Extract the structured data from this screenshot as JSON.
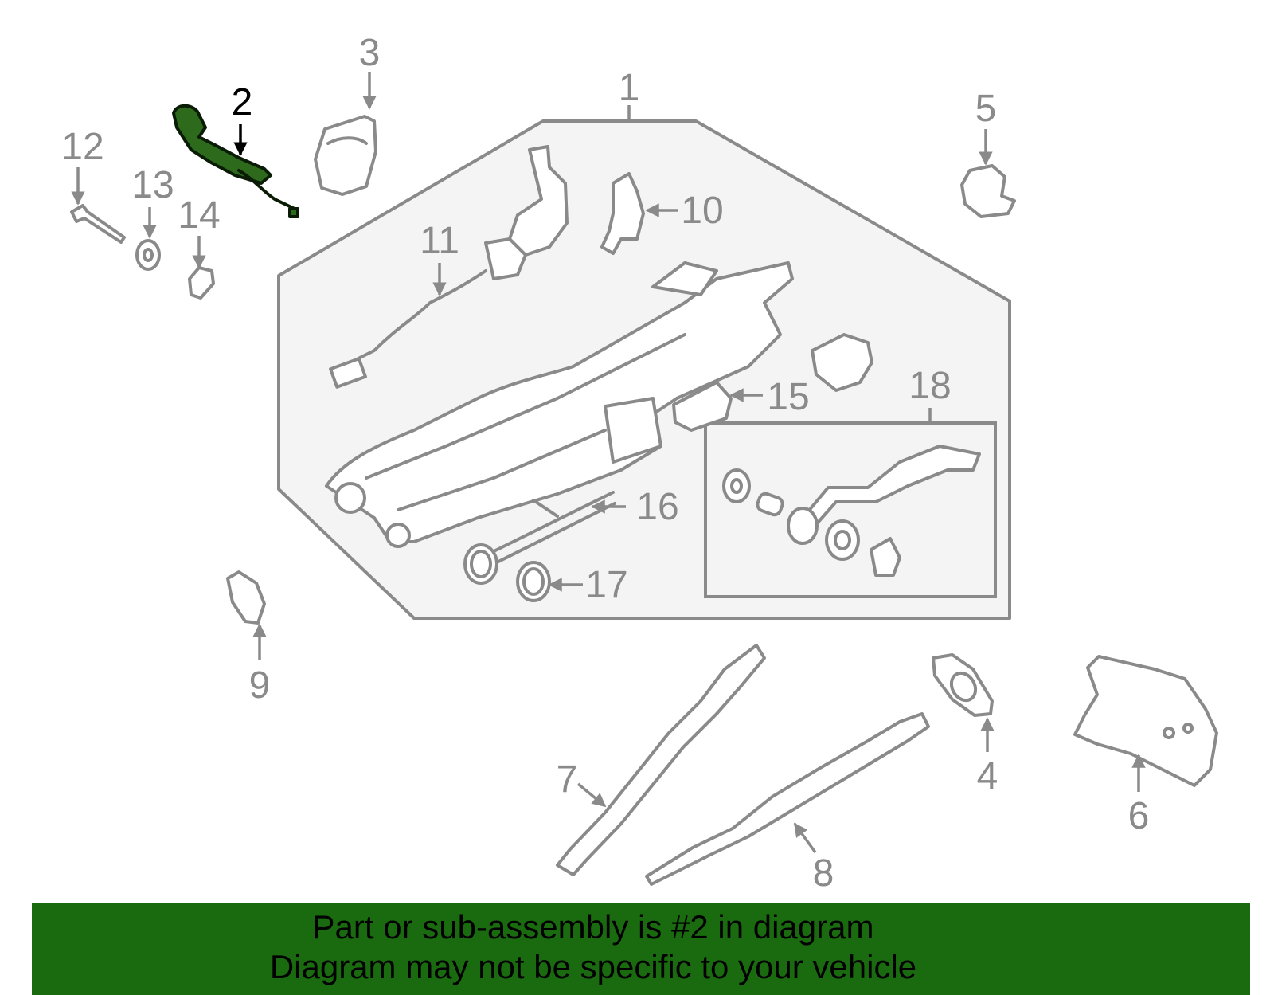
{
  "diagram": {
    "highlight_color": "#2d6a1c",
    "callouts": [
      {
        "id": "1",
        "label": "1"
      },
      {
        "id": "2",
        "label": "2",
        "highlighted": true
      },
      {
        "id": "3",
        "label": "3"
      },
      {
        "id": "4",
        "label": "4"
      },
      {
        "id": "5",
        "label": "5"
      },
      {
        "id": "6",
        "label": "6"
      },
      {
        "id": "7",
        "label": "7"
      },
      {
        "id": "8",
        "label": "8"
      },
      {
        "id": "9",
        "label": "9"
      },
      {
        "id": "10",
        "label": "10"
      },
      {
        "id": "11",
        "label": "11"
      },
      {
        "id": "12",
        "label": "12"
      },
      {
        "id": "13",
        "label": "13"
      },
      {
        "id": "14",
        "label": "14"
      },
      {
        "id": "15",
        "label": "15"
      },
      {
        "id": "16",
        "label": "16"
      },
      {
        "id": "17",
        "label": "17"
      },
      {
        "id": "18",
        "label": "18"
      }
    ]
  },
  "banner": {
    "line1": "Part or sub-assembly is #2 in diagram",
    "line2": "Diagram may not be specific to your vehicle",
    "background": "#1a6b0f"
  }
}
